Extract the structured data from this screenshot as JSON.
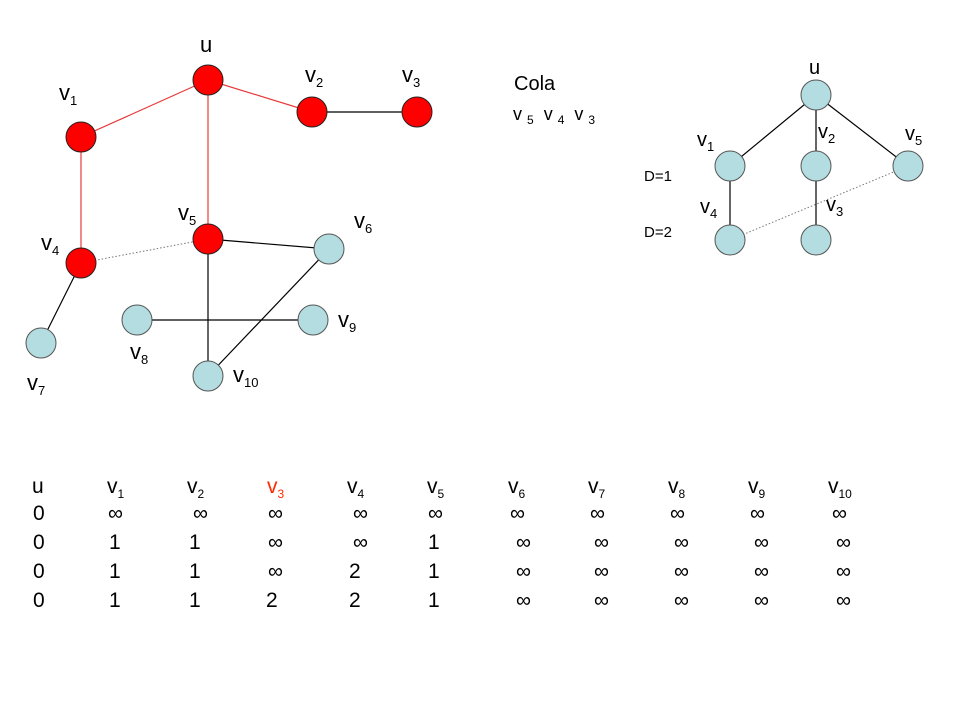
{
  "colors": {
    "visited": "#ff0000",
    "unvisited": "#b3dde0",
    "edge_tree": "#e83a3a",
    "edge_plain": "#000000",
    "highlight": "#ff2a00"
  },
  "graph": {
    "u": {
      "base": "u",
      "sub": ""
    },
    "v1": {
      "base": "v",
      "sub": "1"
    },
    "v2": {
      "base": "v",
      "sub": "2"
    },
    "v3": {
      "base": "v",
      "sub": "3"
    },
    "v4": {
      "base": "v",
      "sub": "4"
    },
    "v5": {
      "base": "v",
      "sub": "5"
    },
    "v6": {
      "base": "v",
      "sub": "6"
    },
    "v7": {
      "base": "v",
      "sub": "7"
    },
    "v8": {
      "base": "v",
      "sub": "8"
    },
    "v9": {
      "base": "v",
      "sub": "9"
    },
    "v10": {
      "base": "v",
      "sub": "10"
    }
  },
  "queue": {
    "title": "Cola",
    "items": [
      {
        "base": "v",
        "sub": "5"
      },
      {
        "base": "v",
        "sub": "4"
      },
      {
        "base": "v",
        "sub": "3"
      }
    ]
  },
  "tree": {
    "u": {
      "base": "u",
      "sub": ""
    },
    "v1": {
      "base": "v",
      "sub": "1"
    },
    "v2": {
      "base": "v",
      "sub": "2"
    },
    "v5": {
      "base": "v",
      "sub": "5"
    },
    "v4": {
      "base": "v",
      "sub": "4"
    },
    "v3": {
      "base": "v",
      "sub": "3"
    },
    "d1": "D=1",
    "d2": "D=2"
  },
  "distance_table": {
    "headers": [
      {
        "base": "u",
        "sub": ""
      },
      {
        "base": "v",
        "sub": "1"
      },
      {
        "base": "v",
        "sub": "2"
      },
      {
        "base": "v",
        "sub": "3"
      },
      {
        "base": "v",
        "sub": "4"
      },
      {
        "base": "v",
        "sub": "5"
      },
      {
        "base": "v",
        "sub": "6"
      },
      {
        "base": "v",
        "sub": "7"
      },
      {
        "base": "v",
        "sub": "8"
      },
      {
        "base": "v",
        "sub": "9"
      },
      {
        "base": "v",
        "sub": "10"
      }
    ],
    "rows": [
      [
        "0",
        "∞",
        "∞",
        "∞",
        "∞",
        "∞",
        "∞",
        "∞",
        "∞",
        "∞",
        "∞"
      ],
      [
        "0",
        "1",
        "1",
        "∞",
        "∞",
        "1",
        "∞",
        "∞",
        "∞",
        "∞",
        "∞"
      ],
      [
        "0",
        "1",
        "1",
        "∞",
        "2",
        "1",
        "∞",
        "∞",
        "∞",
        "∞",
        "∞"
      ],
      [
        "0",
        "1",
        "1",
        "2",
        "2",
        "1",
        "∞",
        "∞",
        "∞",
        "∞",
        "∞"
      ]
    ]
  }
}
